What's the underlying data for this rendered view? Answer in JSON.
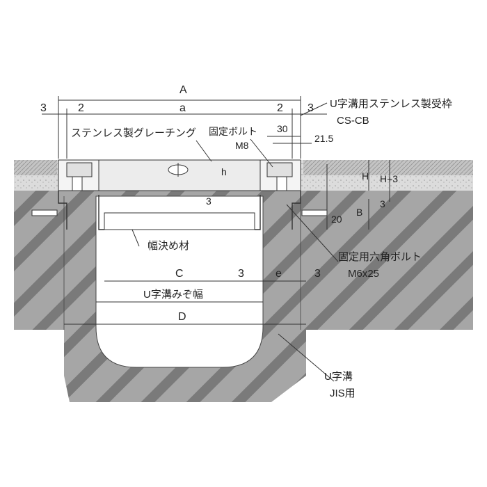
{
  "labels": {
    "A": "A",
    "a": "a",
    "three_left": "3",
    "two_left": "2",
    "two_right": "2",
    "three_right": "3",
    "frame_title": "U字溝用ステンレス製受枠",
    "frame_code": "CS-CB",
    "grating": "ステンレス製グレーチング",
    "fix_bolt": "固定ボルト",
    "m8": "M8",
    "d30": "30",
    "d21_5": "21.5",
    "h": "h",
    "H": "H",
    "H3": "H+3",
    "three_mid": "3",
    "three_right_small": "3",
    "B": "B",
    "d20": "20",
    "width_member": "幅決め材",
    "hex_bolt": "固定用六角ボルト",
    "m6x25": "M6x25",
    "C": "C",
    "three_c": "3",
    "e": "e",
    "three_e": "3",
    "groove_width": "U字溝みぞ幅",
    "D": "D",
    "ugroove": "U字溝",
    "jis": "JIS用"
  },
  "colors": {
    "concrete": "#a9a9a9",
    "concrete_dark": "#8c8c8c",
    "hatch": "#6f6f6f",
    "ground": "#d9d9d9",
    "grass": "#bcbcbc",
    "line": "#333333",
    "grating_fill": "#ececec"
  }
}
